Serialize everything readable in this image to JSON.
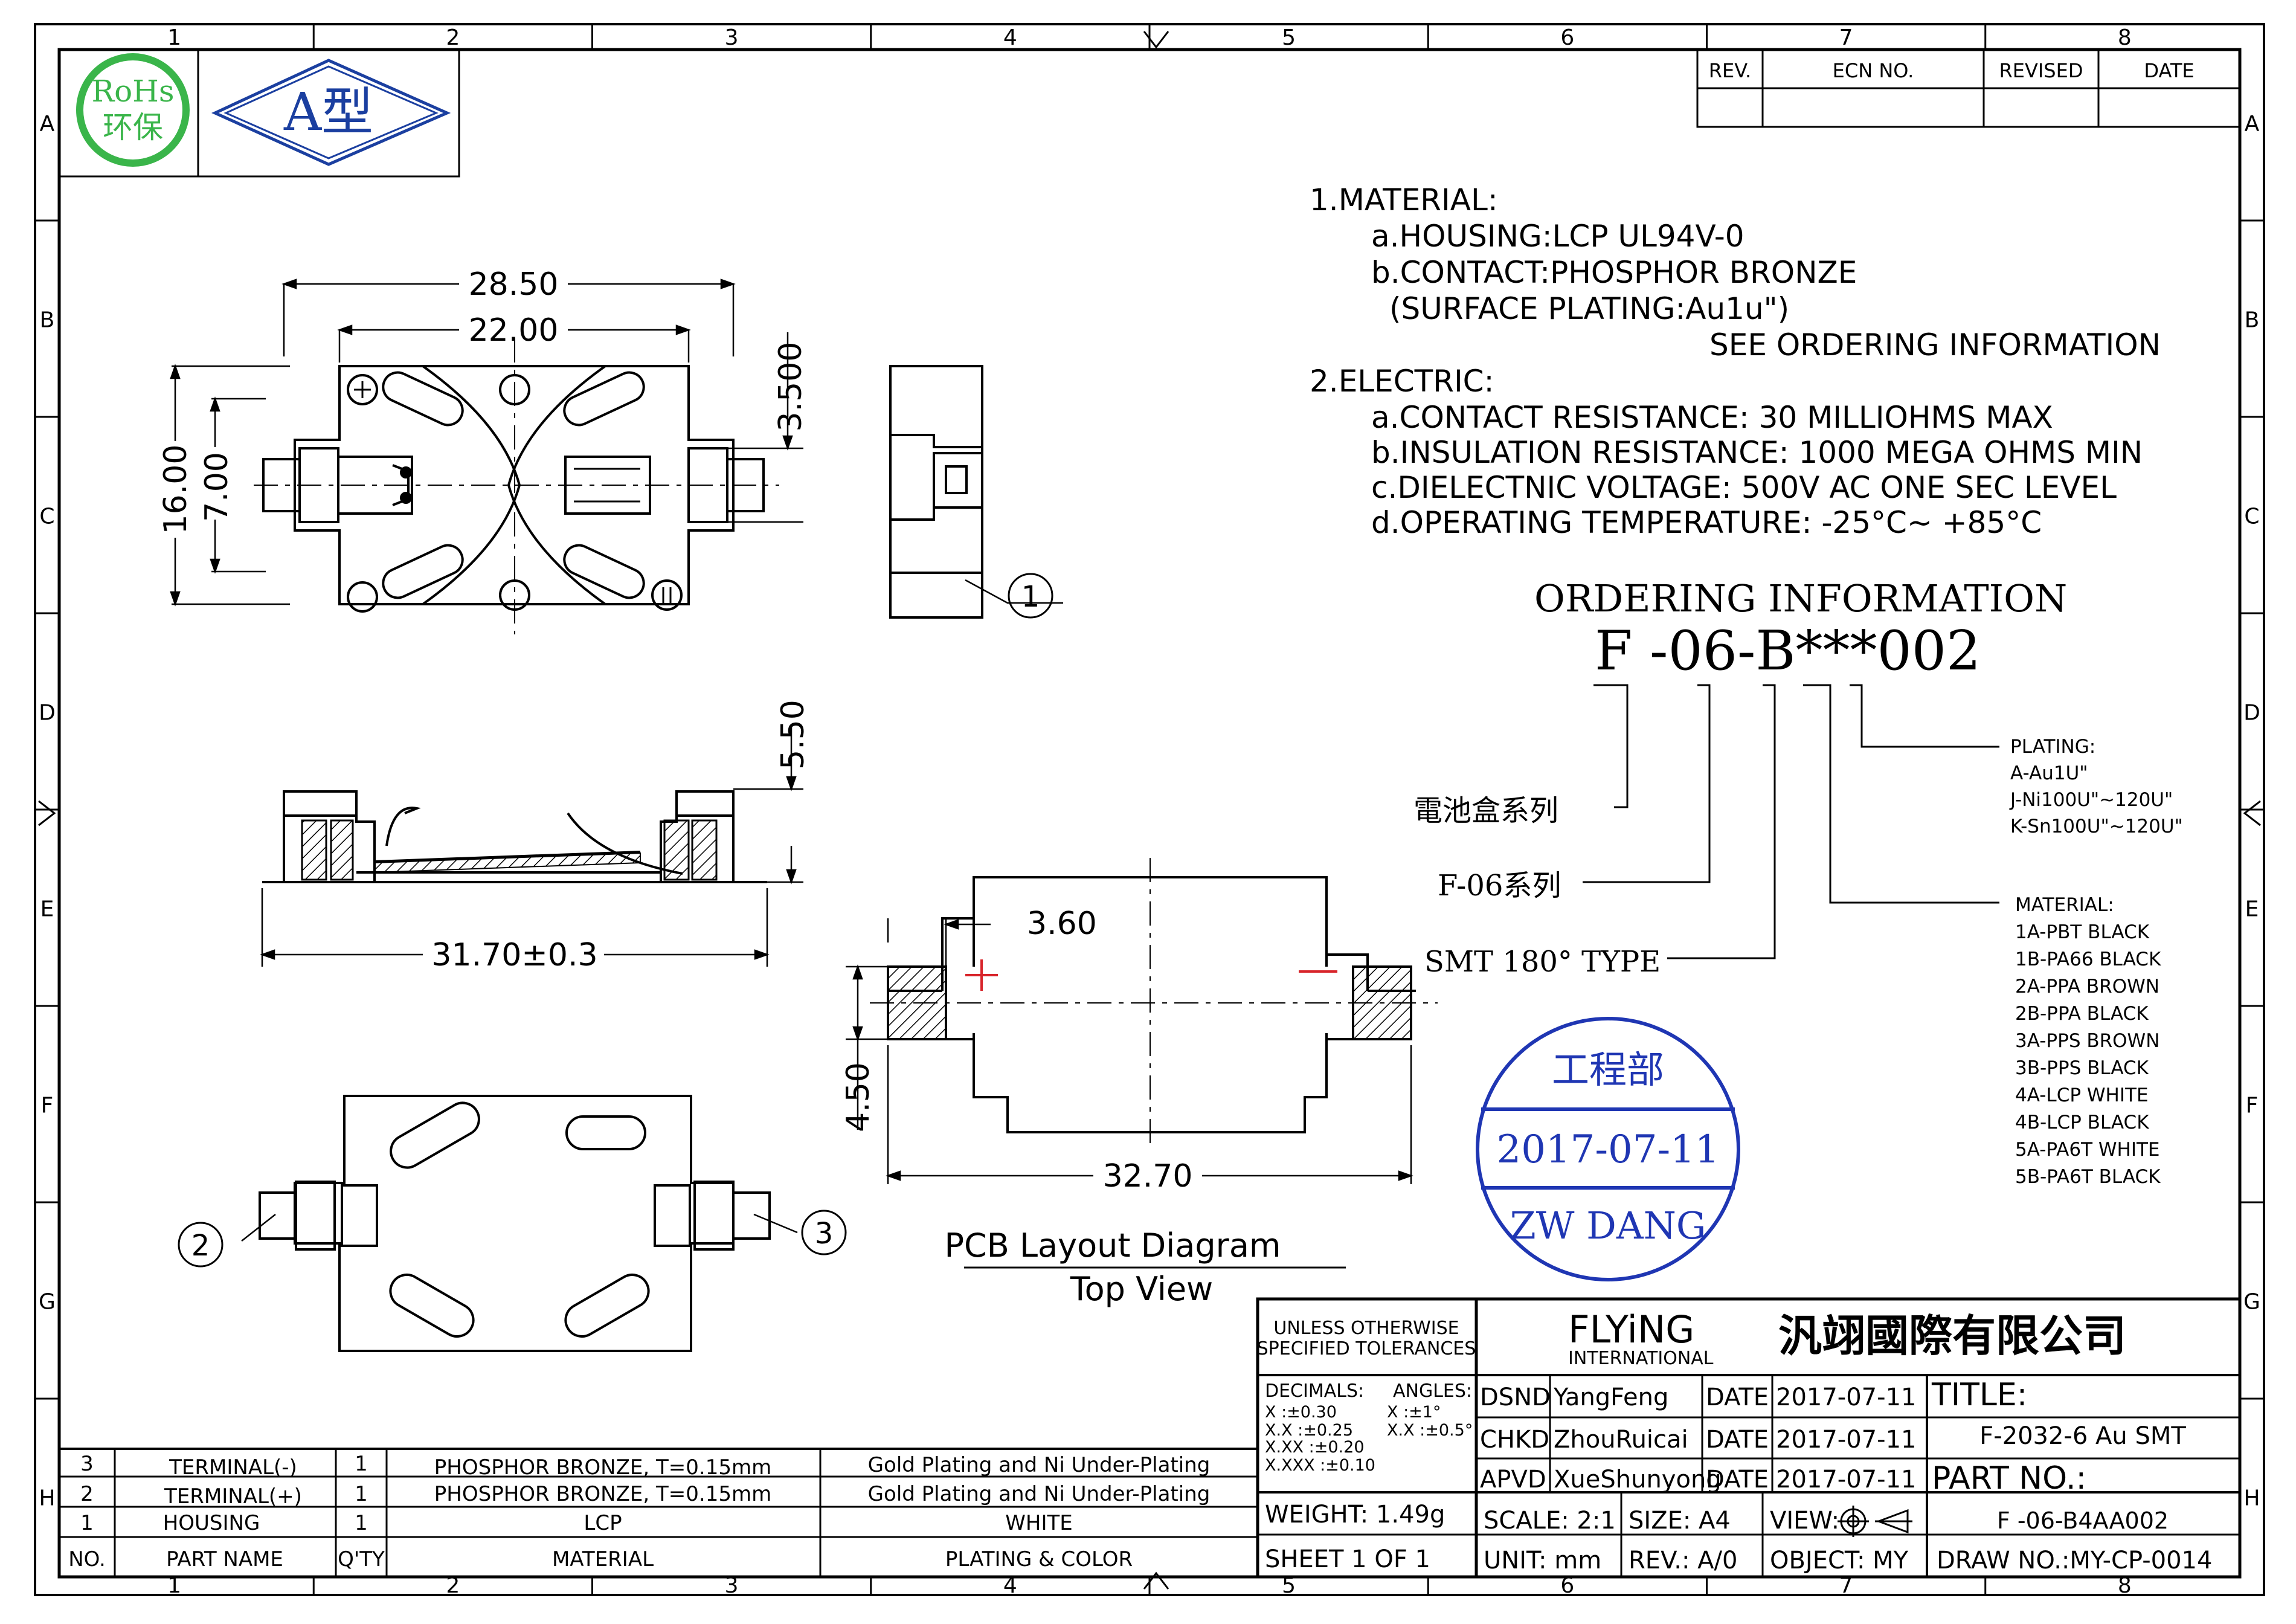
{
  "border": {
    "columns": [
      "1",
      "2",
      "3",
      "4",
      "5",
      "6",
      "7",
      "8"
    ],
    "rows": [
      "A",
      "B",
      "C",
      "D",
      "E",
      "F",
      "G",
      "H"
    ]
  },
  "logos": {
    "rohs_line1": "RoHs",
    "rohs_line2": "环保",
    "type_badge": "A型"
  },
  "revision_table": {
    "headers": [
      "REV.",
      "ECN NO.",
      "REVISED",
      "DATE"
    ]
  },
  "notes": {
    "lines": [
      "1.MATERIAL:",
      "a.HOUSING:LCP  UL94V-0",
      "b.CONTACT:PHOSPHOR  BRONZE",
      "(SURFACE  PLATING:Au1u\")",
      "SEE  ORDERING  INFORMATION",
      "2.ELECTRIC:",
      "a.CONTACT  RESISTANCE:  30  MILLIOHMS  MAX",
      "b.INSULATION  RESISTANCE:  1000  MEGA  OHMS  MIN",
      "c.DIELECTNIC  VOLTAGE:  500V  AC  ONE  SEC  LEVEL",
      "d.OPERATING  TEMPERATURE:  -25°C~  +85°C"
    ]
  },
  "ordering": {
    "title": "ORDERING  INFORMATION",
    "code": "F -06-B***002",
    "label_series": "電池盒系列",
    "label_f06": "F-06系列",
    "label_smt": "SMT  180°   TYPE",
    "plating_title": "PLATING:",
    "plating_items": [
      "A-Au1U\"",
      "J-Ni100U\"~120U\"",
      "K-Sn100U\"~120U\""
    ],
    "material_title": "MATERIAL:",
    "material_items": [
      "1A-PBT BLACK",
      "1B-PA66 BLACK",
      "2A-PPA BROWN",
      "2B-PPA BLACK",
      "3A-PPS BROWN",
      "3B-PPS BLACK",
      "4A-LCP WHITE",
      "4B-LCP BLACK",
      "5A-PA6T WHITE",
      "5B-PA6T BLACK"
    ]
  },
  "dimensions": {
    "top_width_outer": "28.50",
    "top_width_inner": "22.00",
    "top_height_outer": "16.00",
    "top_height_inner": "7.00",
    "top_side": "3.500",
    "front_height": "5.50",
    "front_width": "31.70±0.3",
    "pcb_pad": "3.60",
    "pcb_height": "4.50",
    "pcb_width": "32.70"
  },
  "callouts": [
    "1",
    "2",
    "3"
  ],
  "pcb_caption": {
    "line1": "PCB  Layout  Diagram",
    "line2": "Top  View"
  },
  "stamp": {
    "dept": "工程部",
    "date": "2017-07-11",
    "name": "ZW  DANG"
  },
  "bom": {
    "rows": [
      [
        "3",
        "TERMINAL(-)",
        "1",
        "PHOSPHOR  BRONZE,  T=0.15mm",
        "Gold  Plating  and  Ni  Under-Plating"
      ],
      [
        "2",
        "TERMINAL(+)",
        "1",
        "PHOSPHOR  BRONZE,  T=0.15mm",
        "Gold  Plating  and  Ni  Under-Plating"
      ],
      [
        "1",
        "HOUSING",
        "1",
        "LCP",
        "WHITE"
      ]
    ],
    "headers": [
      "NO.",
      "PART  NAME",
      "Q'TY",
      "MATERIAL",
      "PLATING  &  COLOR"
    ]
  },
  "title_block": {
    "tolerance_title_1": "UNLESS  OTHERWISE",
    "tolerance_title_2": "SPECIFIED  TOLERANCES",
    "decimals_label": "DECIMALS:",
    "angles_label": "ANGLES:",
    "tol_rows": [
      "X      :±0.30",
      "X.X    :±0.25",
      "X.XX   :±0.20",
      "X.XXX :±0.10"
    ],
    "ang_rows": [
      "X   :±1°",
      "X.X :±0.5°"
    ],
    "company_en": "FLYiNG",
    "company_sub": "INTERNATIONAL",
    "company_cn": "汎翊國際有限公司",
    "dsnd_label": "DSND",
    "dsnd_name": "YangFeng",
    "chkd_label": "CHKD",
    "chkd_name": "ZhouRuicai",
    "apvd_label": "APVD",
    "apvd_name": "XueShunyong",
    "date_label": "DATE",
    "date_value": "2017-07-11",
    "title_label": "TITLE:",
    "title_value": "F-2032-6  Au  SMT",
    "part_label": "PART  NO.:",
    "part_value": "F -06-B4AA002",
    "weight": "WEIGHT:  1.49g",
    "sheet": "SHEET  1  OF  1",
    "scale": "SCALE:  2:1",
    "size": "SIZE:  A4",
    "view": "VIEW:",
    "unit": "UNIT:  mm",
    "rev": "REV.:  A/0",
    "object": "OBJECT:  MY",
    "draw_no": "DRAW  NO.:MY-CP-0014"
  }
}
